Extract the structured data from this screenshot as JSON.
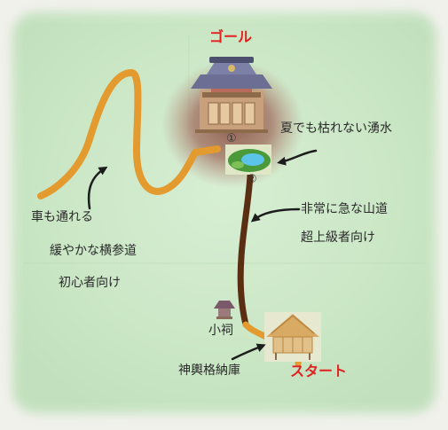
{
  "colors": {
    "paper": "#f3f3ef",
    "map_green": "#c8e7c3",
    "map_green_light": "#d9efd5",
    "easy_path": "#e39a2e",
    "hard_path": "#5a2e12",
    "goal_glow": "#9a6a5c",
    "label_red": "#e32020",
    "text": "#2a2a2a"
  },
  "labels": {
    "goal": "ゴール",
    "start": "スタート",
    "spring": "夏でも枯れない湧水",
    "steep_line1": "非常に急な山道",
    "steep_line2": "超上級者向け",
    "gentle_line1": "車も通れる",
    "gentle_line2": "緩やかな横参道",
    "gentle_line3": "初心者向け",
    "small_shrine": "小祠",
    "storehouse": "神輿格納庫",
    "marker1": "①",
    "marker2": "②"
  },
  "icons": {
    "goal_shrine": "shrine-building-icon",
    "spring": "spring-pond-icon",
    "small_shrine": "small-shrine-icon",
    "storehouse": "storehouse-hut-icon"
  }
}
